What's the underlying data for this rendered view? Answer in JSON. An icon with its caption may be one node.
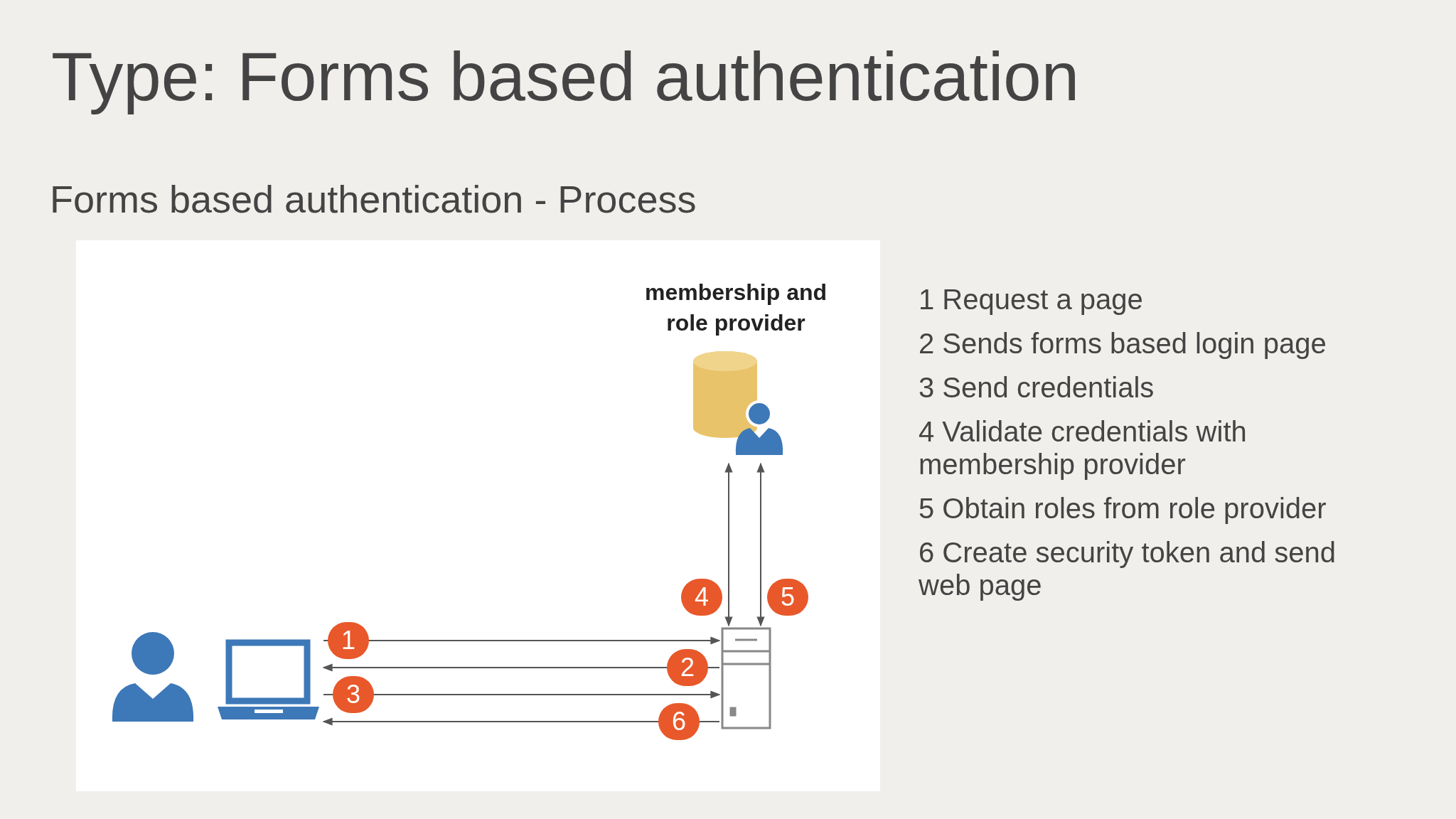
{
  "diagram": {
    "title": "Type: Forms based authentication",
    "caption": "Forms based authentication - Process",
    "nodes": [
      {
        "text": [
          "membership and role provider"
        ]
      },
      {
        "text": [],
        "shape": "person"
      },
      {
        "text": [],
        "shape": "laptop"
      },
      {
        "text": [],
        "shape": "server"
      }
    ],
    "edges": [
      {
        "from": 2,
        "to": 3,
        "arrow": "to",
        "label": "1"
      },
      {
        "from": 3,
        "to": 2,
        "arrow": "to",
        "label": "2"
      },
      {
        "from": 2,
        "to": 3,
        "arrow": "to",
        "label": "3"
      },
      {
        "from": 0,
        "to": 3,
        "arrow": "both",
        "label": "4"
      },
      {
        "from": 0,
        "to": 3,
        "arrow": "both",
        "label": "5"
      },
      {
        "from": 3,
        "to": 2,
        "arrow": "to",
        "label": "6"
      }
    ],
    "labels": [
      "1 Request a page",
      "2 Sends forms based login page",
      "3 Send credentials",
      "4 Validate credentials with membership provider",
      "5 Obtain roles from role provider",
      "6 Create security token and send web page"
    ]
  }
}
